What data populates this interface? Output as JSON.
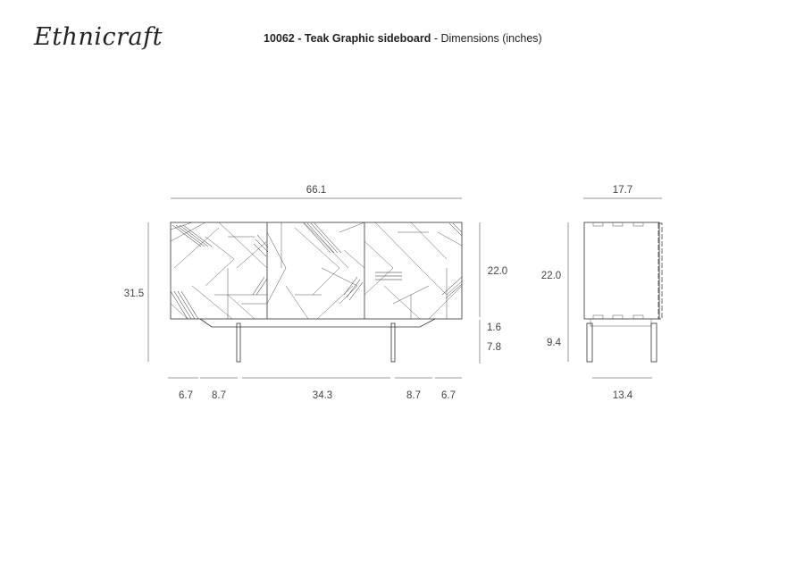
{
  "header": {
    "logo_text": "Ethnicraft",
    "product_code": "10062",
    "sep1": " - ",
    "product_name": "Teak Graphic sideboard",
    "sep2": " - ",
    "subtitle": "Dimensions (inches)"
  },
  "front_view": {
    "total_width": "66.1",
    "total_height": "31.5",
    "body_height": "22.0",
    "skirt_height": "1.6",
    "leg_height": "7.8",
    "bottom_segments": [
      "6.7",
      "8.7",
      "34.3",
      "8.7",
      "6.7"
    ]
  },
  "side_view": {
    "depth": "17.7",
    "body_height": "22.0",
    "leg_height": "9.4",
    "leg_span": "13.4"
  }
}
